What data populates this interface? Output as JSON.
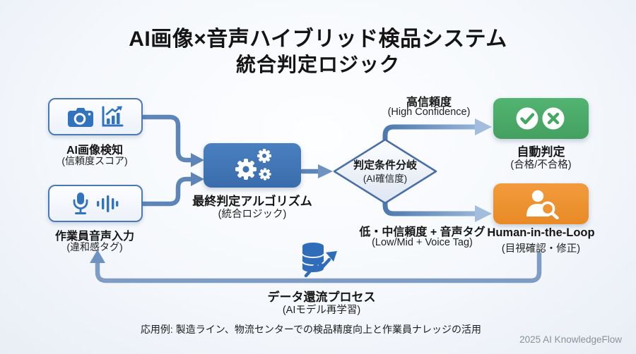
{
  "title": {
    "line1": "AI画像×音声ハイブリッド検品システム",
    "line2": "統合判定ロジック"
  },
  "nodes": {
    "image_input": {
      "label": "AI画像検知",
      "sublabel": "(信頼度スコア)",
      "icons": [
        "camera-icon",
        "chart-icon"
      ]
    },
    "voice_input": {
      "label": "作業員音声入力",
      "sublabel": "(違和感タグ)",
      "icons": [
        "microphone-icon",
        "waveform-icon"
      ]
    },
    "algorithm": {
      "label": "最終判定アルゴリズム",
      "sublabel": "(統合ロジック)",
      "icon": "gears-icon"
    },
    "decision": {
      "label": "判定条件分岐",
      "sublabel": "(AI確信度)"
    },
    "auto_judgement": {
      "label": "自動判定",
      "sublabel": "(合格/不合格)",
      "icons": [
        "check-icon",
        "cross-icon"
      ]
    },
    "human_in_the_loop": {
      "label": "Human-in-the-Loop",
      "sublabel": "(目視確認・修正)",
      "icon": "person-magnifier-icon"
    }
  },
  "edges": {
    "high_confidence": {
      "label": "高信頼度",
      "sublabel": "(High Confidence)"
    },
    "low_confidence": {
      "label": "低・中信頼度 + 音声タグ",
      "sublabel": "(Low/Mid + Voice Tag)"
    },
    "feedback": {
      "label": "データ還流プロセス",
      "sublabel": "(AIモデル再学習)",
      "icon": "database-icon"
    }
  },
  "caption": "応用例: 製造ライン、物流センターでの検品精度向上と作業員ナレッジの活用",
  "credit": "2025 AI KnowledgeFlow",
  "colors": {
    "node_blue": "#3d73b4",
    "icon_blue": "#3273bd",
    "green": "#4cab68",
    "orange": "#ef9431",
    "connector": "#5d85b7",
    "feedback_line": "#7f9cc5",
    "background": "#f2f6fa"
  }
}
